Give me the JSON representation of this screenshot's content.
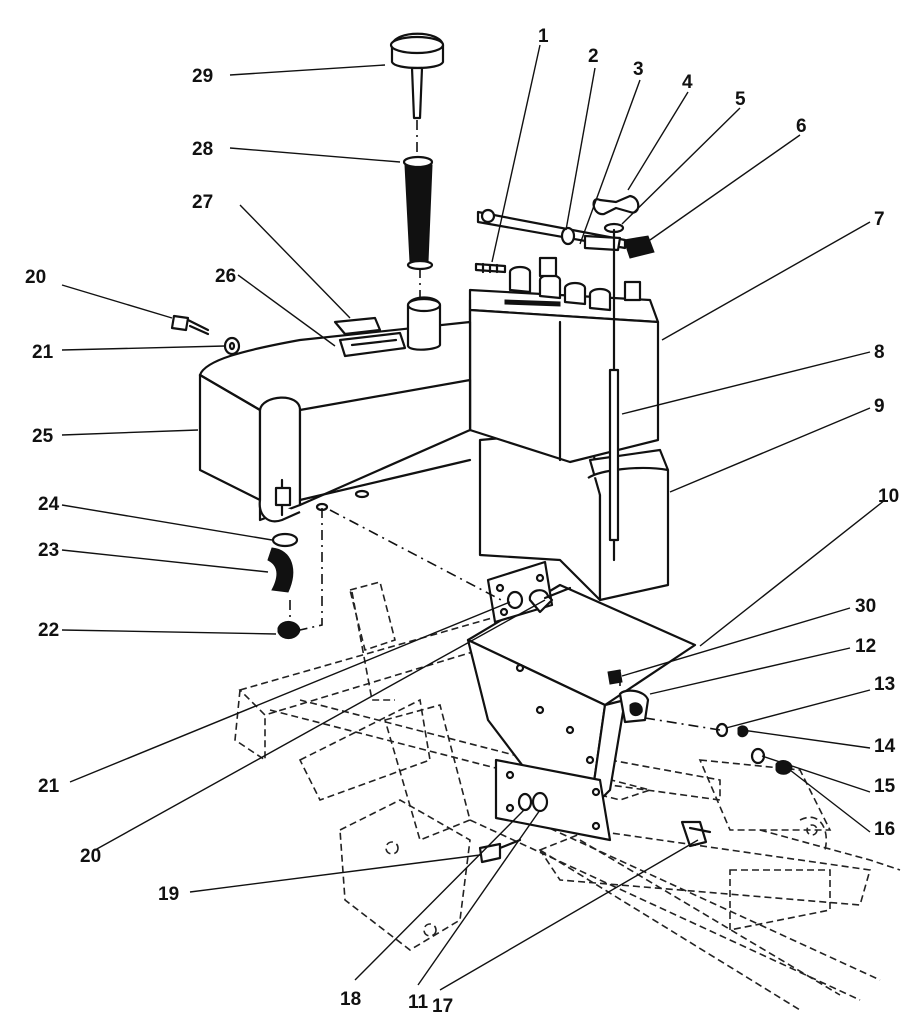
{
  "callouts": [
    {
      "id": "c1",
      "text": "1"
    },
    {
      "id": "c2",
      "text": "2"
    },
    {
      "id": "c3",
      "text": "3"
    },
    {
      "id": "c4",
      "text": "4"
    },
    {
      "id": "c5",
      "text": "5"
    },
    {
      "id": "c6",
      "text": "6"
    },
    {
      "id": "c7",
      "text": "7"
    },
    {
      "id": "c8",
      "text": "8"
    },
    {
      "id": "c9",
      "text": "9"
    },
    {
      "id": "c10",
      "text": "10"
    },
    {
      "id": "c11",
      "text": "11"
    },
    {
      "id": "c12",
      "text": "12"
    },
    {
      "id": "c13",
      "text": "13"
    },
    {
      "id": "c14",
      "text": "14"
    },
    {
      "id": "c15",
      "text": "15"
    },
    {
      "id": "c16",
      "text": "16"
    },
    {
      "id": "c17",
      "text": "17"
    },
    {
      "id": "c18",
      "text": "18"
    },
    {
      "id": "c19",
      "text": "19"
    },
    {
      "id": "c20a",
      "text": "20"
    },
    {
      "id": "c20b",
      "text": "20"
    },
    {
      "id": "c21a",
      "text": "21"
    },
    {
      "id": "c21b",
      "text": "21"
    },
    {
      "id": "c22",
      "text": "22"
    },
    {
      "id": "c23",
      "text": "23"
    },
    {
      "id": "c24",
      "text": "24"
    },
    {
      "id": "c25",
      "text": "25"
    },
    {
      "id": "c26",
      "text": "26"
    },
    {
      "id": "c27",
      "text": "27"
    },
    {
      "id": "c28",
      "text": "28"
    },
    {
      "id": "c29",
      "text": "29"
    },
    {
      "id": "c30",
      "text": "30"
    }
  ]
}
